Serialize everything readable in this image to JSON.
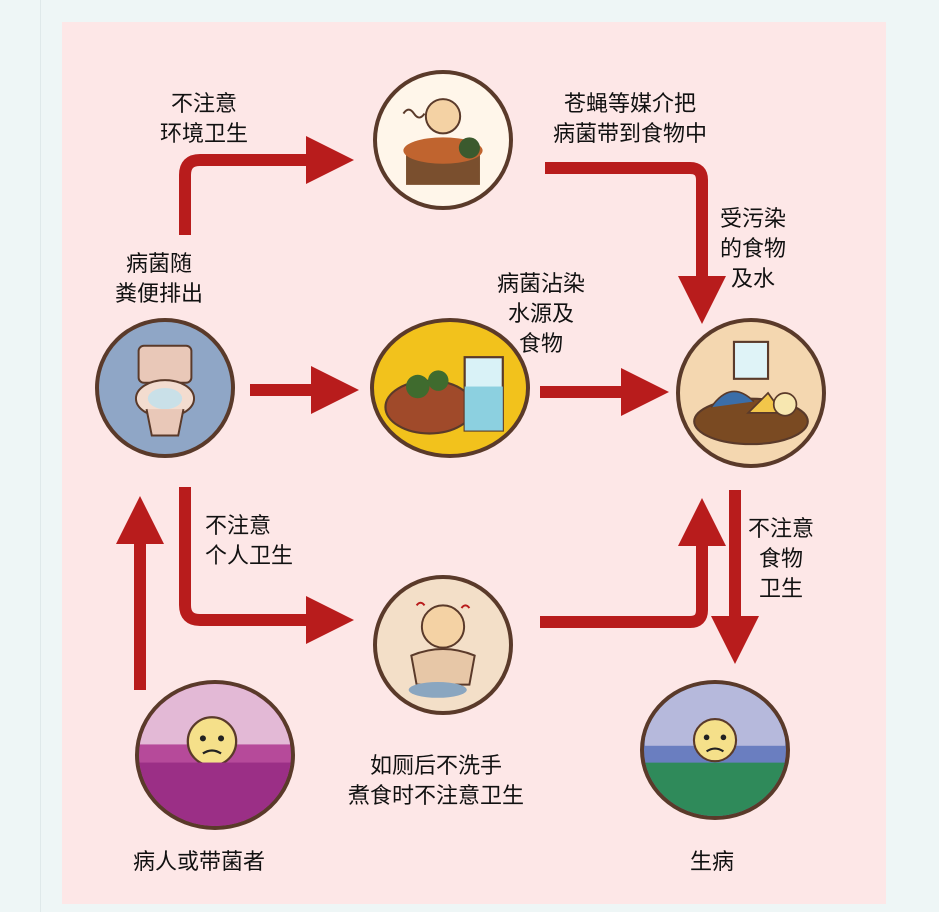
{
  "labels": {
    "env_hygiene": "不注意\n环境卫生",
    "flies": "苍蝇等媒介把\n病菌带到食物中",
    "germs_feces": "病菌随\n粪便排出",
    "contaminate_water": "病菌沾染\n水源及\n食物",
    "contaminated_food": "受污染\n的食物\n及水",
    "personal_hygiene": "不注意\n个人卫生",
    "food_hygiene": "不注意\n食物\n卫生",
    "handwash": "如厕后不洗手\n煮食时不注意卫生",
    "carrier": "病人或带菌者",
    "sick": "生病"
  },
  "colors": {
    "arrow": "#b81c1c",
    "panel": "#fde7e7",
    "border": "#5a3a2a"
  },
  "icons": [
    "toilet-icon",
    "fly-food-icon",
    "water-food-icon",
    "contaminated-plate-icon",
    "sick-carrier-icon",
    "unwashed-hands-icon",
    "sick-person-icon"
  ]
}
